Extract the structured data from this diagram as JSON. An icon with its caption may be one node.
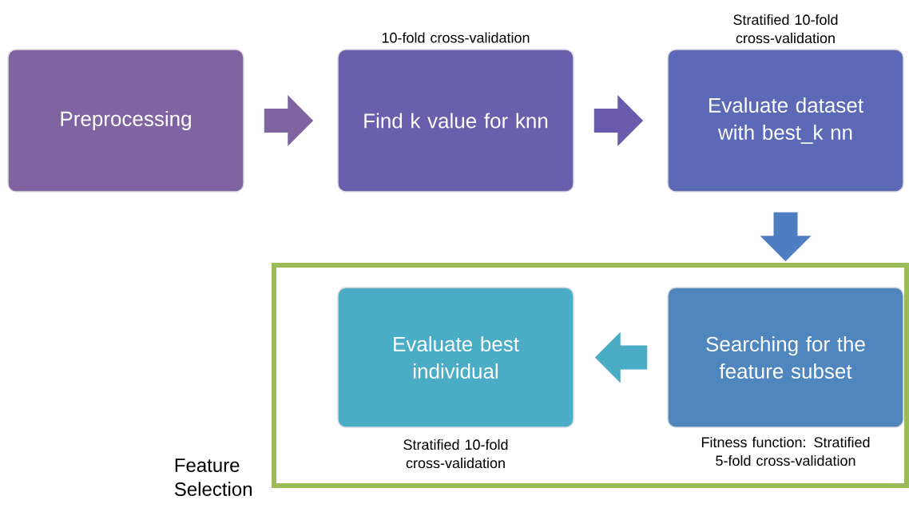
{
  "diagram": {
    "nodes": [
      {
        "text": [
          "Preprocessing"
        ]
      },
      {
        "text": [
          "Find k value for knn"
        ],
        "beside": [
          "10-fold cross-validation"
        ]
      },
      {
        "text": [
          "Evaluate dataset with best_k nn"
        ],
        "beside": [
          "Stratified 10-fold cross-validation"
        ]
      },
      {
        "text": [
          "Feature Selection"
        ]
      },
      {
        "text": [
          "Searching for the feature subset"
        ],
        "in": 3,
        "beside": [
          "Fitness function: Stratified 5-fold cross-validation"
        ]
      },
      {
        "text": [
          "Evaluate best individual"
        ],
        "in": 3,
        "beside": [
          "Stratified 10-fold cross-validation"
        ]
      }
    ],
    "edges": [
      {
        "from": 0,
        "to": 1,
        "arrow": "to",
        "color": "#8064a2"
      },
      {
        "from": 1,
        "to": 2,
        "arrow": "to",
        "color": "#6a5aad"
      },
      {
        "from": 2,
        "to": 4,
        "arrow": "to",
        "color": "#4f7dc2"
      },
      {
        "from": 4,
        "to": 5,
        "arrow": "to",
        "color": "#4bacc6"
      }
    ]
  }
}
